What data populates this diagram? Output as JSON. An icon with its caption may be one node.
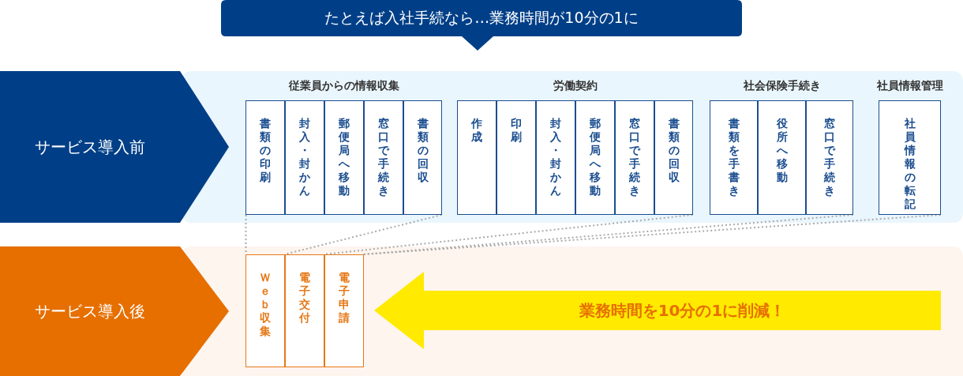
{
  "diagram": {
    "nodes": [
      {
        "text": [
          "たとえば入社手続なら…業務時間が10分の1に"
        ]
      },
      {
        "text": [
          "サービス導入前"
        ]
      },
      {
        "text": [
          "サービス導入後"
        ]
      },
      {
        "text": [
          "書類の印刷"
        ]
      },
      {
        "text": [
          "封入・封かん"
        ]
      },
      {
        "text": [
          "郵便局へ移動"
        ]
      },
      {
        "text": [
          "窓口で手続き"
        ]
      },
      {
        "text": [
          "書類の回収"
        ]
      },
      {
        "text": [
          "作成"
        ]
      },
      {
        "text": [
          "印刷"
        ]
      },
      {
        "text": [
          "封入・封かん"
        ]
      },
      {
        "text": [
          "郵便局へ移動"
        ]
      },
      {
        "text": [
          "窓口で手続き"
        ]
      },
      {
        "text": [
          "書類の回収"
        ]
      },
      {
        "text": [
          "書類を手書き"
        ]
      },
      {
        "text": [
          "役所へ移動"
        ]
      },
      {
        "text": [
          "窓口で手続き"
        ]
      },
      {
        "text": [
          "社員情報の転記"
        ]
      },
      {
        "text": [
          "Ｗｅｂ収集"
        ]
      },
      {
        "text": [
          "電子交付"
        ]
      },
      {
        "text": [
          "電子申請"
        ]
      },
      {
        "text": [
          "業務時間を10分の1に削減！"
        ]
      }
    ],
    "edges": [
      {
        "from": 3,
        "to": 18,
        "arrow": "none",
        "style": "dashed"
      },
      {
        "from": 7,
        "to": 18,
        "arrow": "none",
        "style": "dashed"
      },
      {
        "from": 13,
        "to": 19,
        "arrow": "none",
        "style": "dashed"
      },
      {
        "from": 16,
        "to": 20,
        "arrow": "none",
        "style": "dashed"
      },
      {
        "from": 17,
        "to": 20,
        "arrow": "none",
        "style": "dashed"
      }
    ],
    "labels": [
      "従業員からの情報収集",
      "労働契約",
      "社会保険手続き",
      "社員情報管理"
    ]
  }
}
